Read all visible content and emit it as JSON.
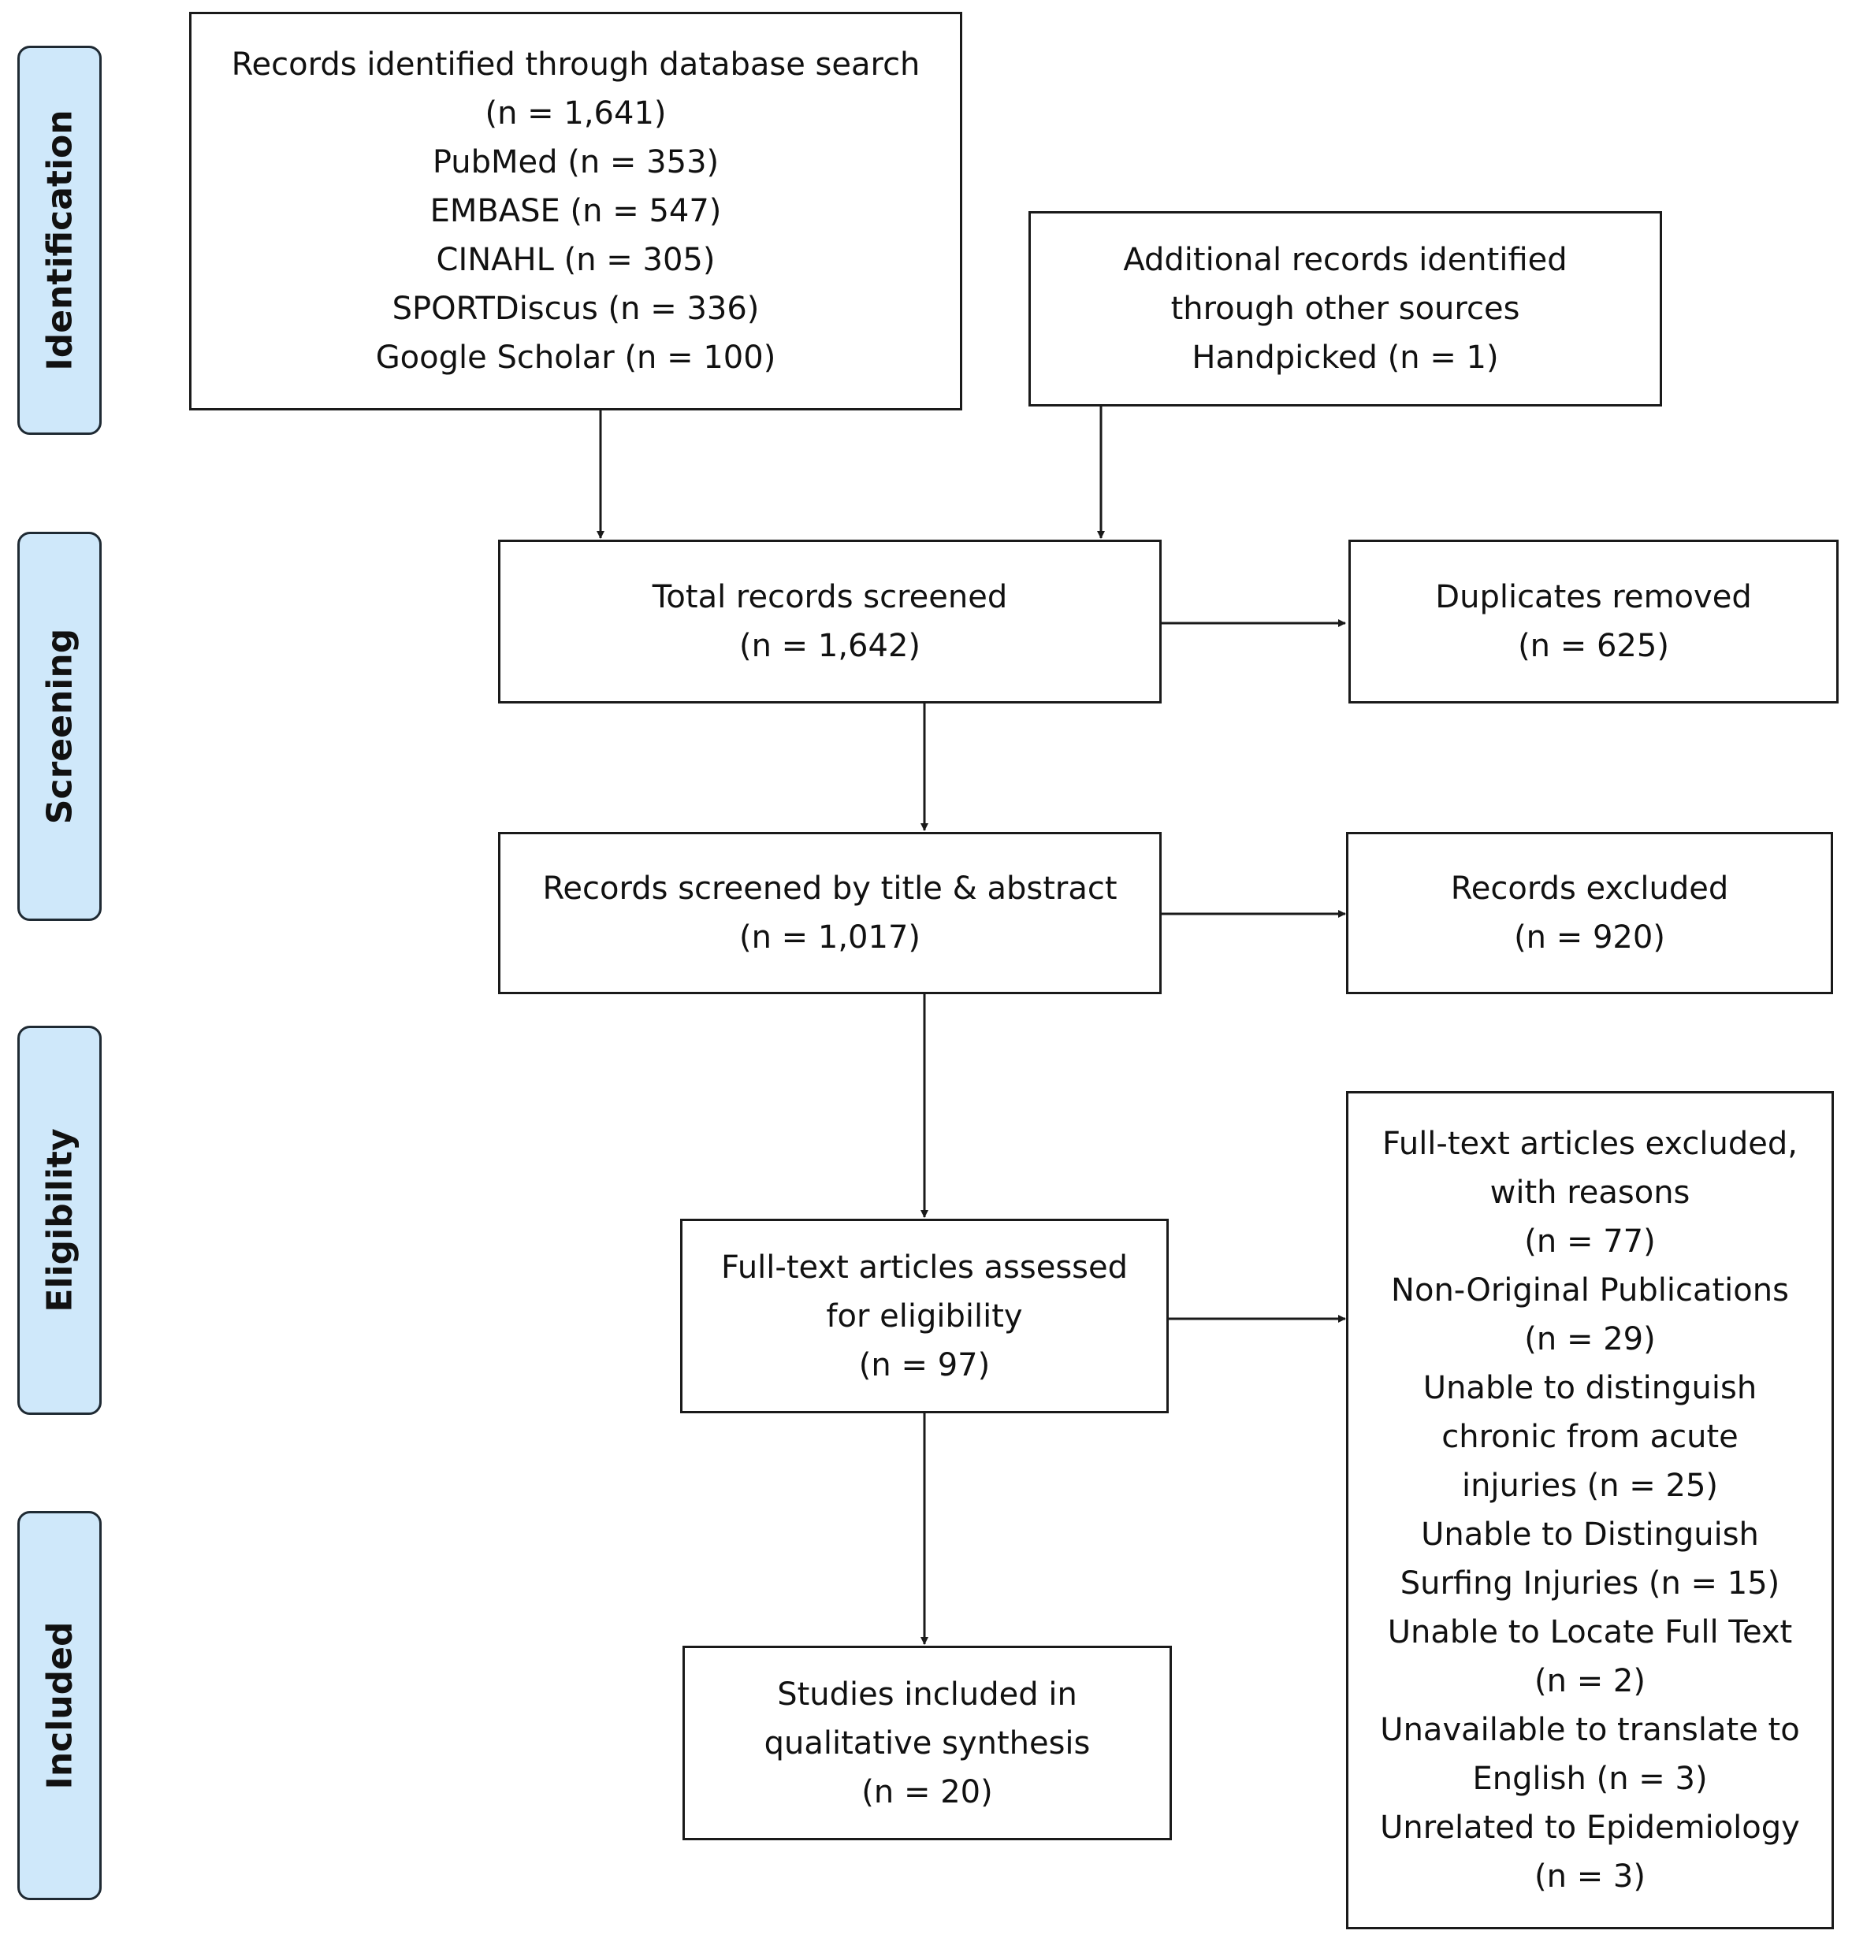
{
  "stages": {
    "identification": "Identification",
    "screening": "Screening",
    "eligibility": "Eligibility",
    "included": "Included"
  },
  "boxes": {
    "database_search": [
      "Records identified through database search",
      "(n = 1,641)",
      "PubMed (n = 353)",
      "EMBASE (n = 547)",
      "CINAHL (n = 305)",
      "SPORTDiscus (n = 336)",
      "Google Scholar (n = 100)"
    ],
    "other_sources": [
      "Additional records identified",
      "through other sources",
      "Handpicked (n = 1)"
    ],
    "total_screened": [
      "Total records screened",
      "(n = 1,642)"
    ],
    "duplicates": [
      "Duplicates removed",
      "(n = 625)"
    ],
    "title_abstract": [
      "Records screened by title & abstract",
      "(n = 1,017)"
    ],
    "records_excluded": [
      "Records excluded",
      "(n = 920)"
    ],
    "full_text": [
      "Full-text articles assessed",
      "for eligibility",
      "(n = 97)"
    ],
    "full_text_excluded": [
      "Full-text articles excluded,",
      "with reasons",
      "(n = 77)",
      "Non-Original Publications",
      "(n = 29)",
      "Unable to distinguish",
      "chronic from acute",
      "injuries (n = 25)",
      "Unable to Distinguish",
      "Surfing Injuries (n = 15)",
      "Unable to Locate Full Text",
      "(n = 2)",
      "Unavailable to translate to",
      "English (n = 3)",
      "Unrelated to Epidemiology",
      "(n = 3)"
    ],
    "included": [
      "Studies included in",
      "qualitative synthesis",
      "(n = 20)"
    ]
  }
}
